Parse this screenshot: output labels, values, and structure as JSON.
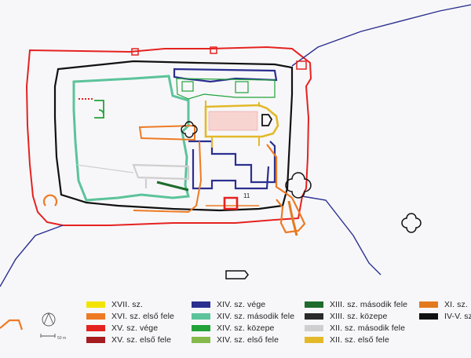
{
  "plan": {
    "label_11": "11"
  },
  "scale_bar": {
    "label": "50 m"
  },
  "legend": [
    {
      "id": "xvii",
      "label": "XVII. sz.",
      "color": "#f2e400"
    },
    {
      "id": "xvi-first-half",
      "label": "XVI. sz. első fele",
      "color": "#ee7a24"
    },
    {
      "id": "xv-end",
      "label": "XV. sz. vége",
      "color": "#e52220"
    },
    {
      "id": "xv-first-half",
      "label": "XV. sz. első fele",
      "color": "#a51d20"
    },
    {
      "id": "xiv-end",
      "label": "XIV. sz. vége",
      "color": "#2b2f8f"
    },
    {
      "id": "xiv-second-half",
      "label": "XIV. sz. második fele",
      "color": "#5cc39a"
    },
    {
      "id": "xiv-middle",
      "label": "XIV. sz. közepe",
      "color": "#22a33a"
    },
    {
      "id": "xiv-first-half",
      "label": "XIV. sz. első fele",
      "color": "#86b94c"
    },
    {
      "id": "xiii-second-half",
      "label": "XIII. sz. második fele",
      "color": "#1f6b2c"
    },
    {
      "id": "xiii-middle",
      "label": "XIII. sz. közepe",
      "color": "#2a2a2a"
    },
    {
      "id": "xii-second-half",
      "label": "XII. sz. második fele",
      "color": "#cfcfcf"
    },
    {
      "id": "xii-first-half",
      "label": "XII. sz. első fele",
      "color": "#e3b92a"
    },
    {
      "id": "xi",
      "label": "XI. sz.",
      "color": "#e37a1e"
    },
    {
      "id": "iv-v",
      "label": "IV-V. sz.",
      "color": "#111111"
    }
  ]
}
